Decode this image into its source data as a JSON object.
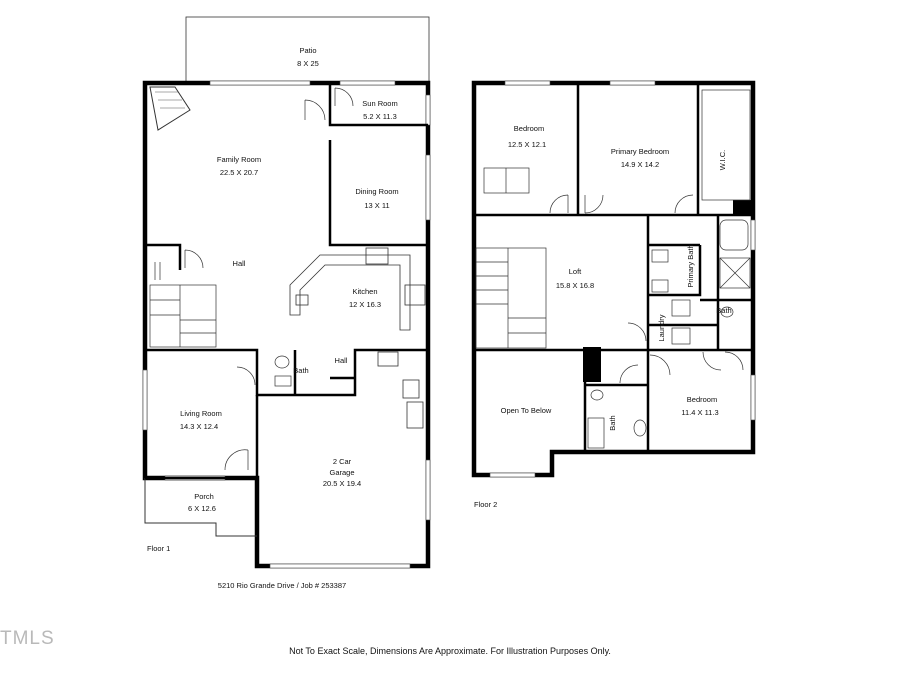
{
  "floors": [
    {
      "label": "Floor 1",
      "rooms": [
        {
          "name": "Patio",
          "dims": "8 X 25"
        },
        {
          "name": "Sun Room",
          "dims": "5.2 X 11.3"
        },
        {
          "name": "Family Room",
          "dims": "22.5 X 20.7"
        },
        {
          "name": "Dining Room",
          "dims": "13 X 11"
        },
        {
          "name": "Hall",
          "dims": ""
        },
        {
          "name": "Kitchen",
          "dims": "12 X 16.3"
        },
        {
          "name": "Bath",
          "dims": ""
        },
        {
          "name": "Hall",
          "dims": ""
        },
        {
          "name": "Living Room",
          "dims": "14.3 X 12.4"
        },
        {
          "name": "2 Car",
          "dims": ""
        },
        {
          "name": "Garage",
          "dims": "20.5 X 19.4"
        },
        {
          "name": "Porch",
          "dims": "6 X 12.6"
        }
      ]
    },
    {
      "label": "Floor 2",
      "rooms": [
        {
          "name": "Bedroom",
          "dims": "12.5 X 12.1"
        },
        {
          "name": "Primary Bedroom",
          "dims": "14.9 X 14.2"
        },
        {
          "name": "W.I.C.",
          "dims": ""
        },
        {
          "name": "Primary Bath",
          "dims": ""
        },
        {
          "name": "Loft",
          "dims": "15.8 X 16.8"
        },
        {
          "name": "Bath",
          "dims": ""
        },
        {
          "name": "Laundry",
          "dims": ""
        },
        {
          "name": "Open To Below",
          "dims": ""
        },
        {
          "name": "Bath",
          "dims": ""
        },
        {
          "name": "Bedroom",
          "dims": "11.4 X 11.3"
        }
      ]
    }
  ],
  "address": "5210 Rio Grande Drive / Job # 253387",
  "disclaimer": "Not To Exact Scale, Dimensions Are Approximate. For Illustration Purposes Only.",
  "brand": "TMLS"
}
